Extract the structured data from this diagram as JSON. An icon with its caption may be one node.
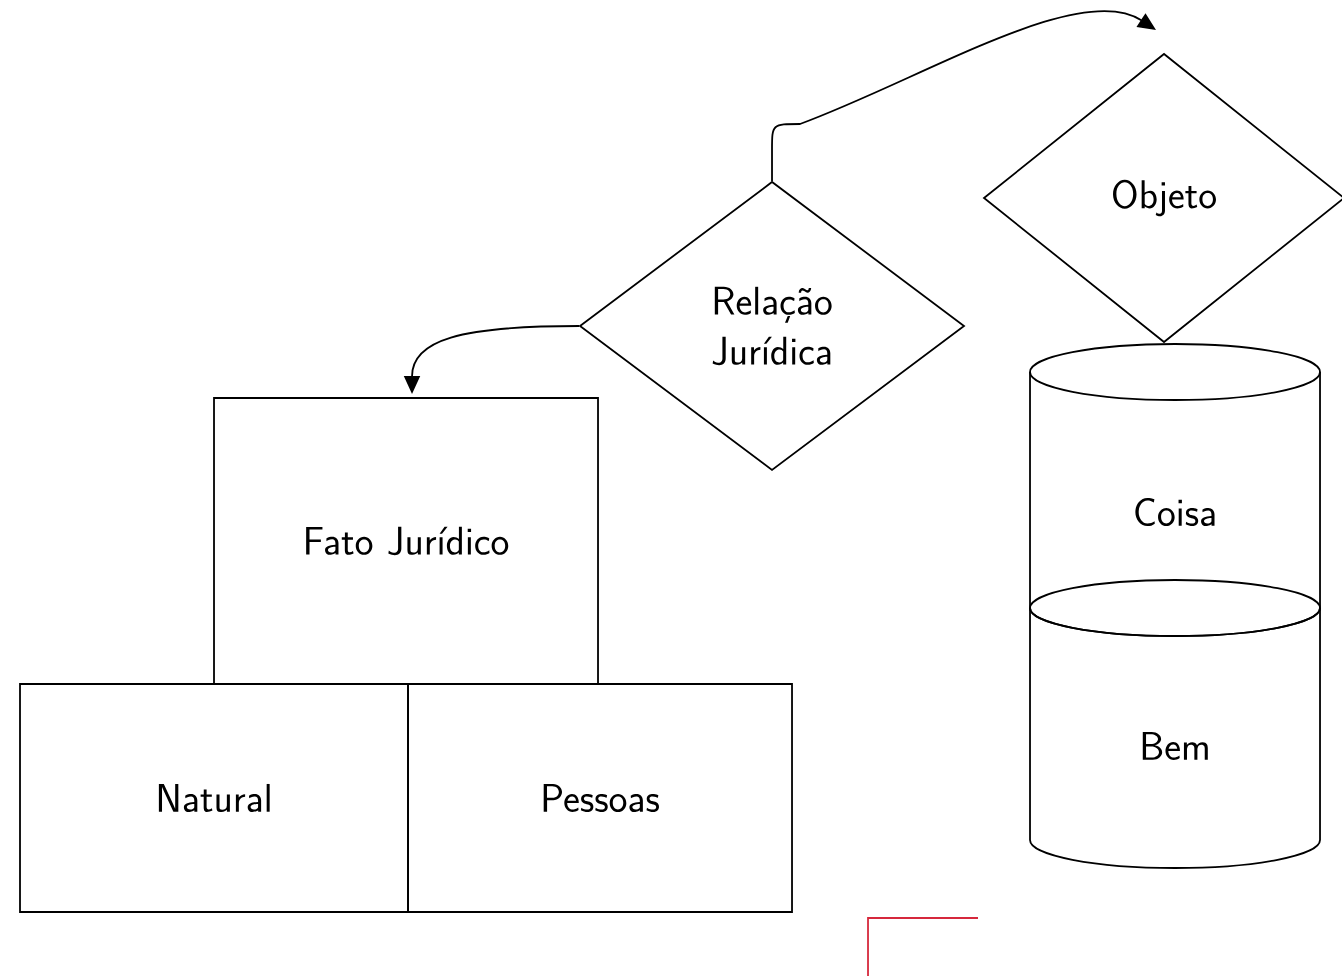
{
  "diagram": {
    "nodes": [
      {
        "text": [
          "Relação Jurídica"
        ]
      },
      {
        "text": [
          "Objeto"
        ]
      },
      {
        "text": [
          "Fato Jurídico"
        ]
      },
      {
        "text": [
          "Natural"
        ]
      },
      {
        "text": [
          "Pessoas"
        ]
      },
      {
        "text": [
          "Coisa"
        ]
      },
      {
        "text": [
          "Bem"
        ]
      }
    ],
    "edges": [
      {
        "from": 0,
        "to": 1,
        "arrow": "to"
      },
      {
        "from": 0,
        "to": 2,
        "arrow": "to"
      }
    ]
  }
}
